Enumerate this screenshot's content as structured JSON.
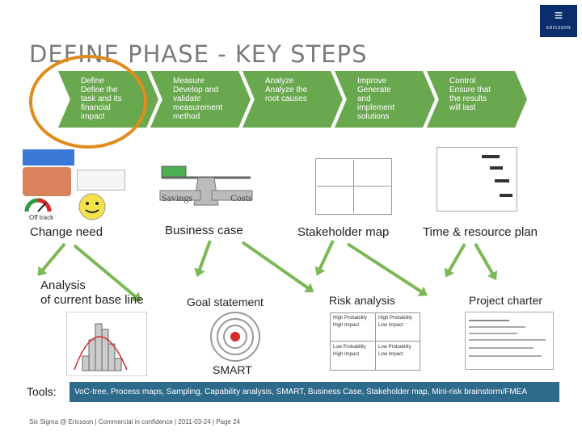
{
  "title": "Define phase - key steps",
  "logo": {
    "word": "ERICSSON"
  },
  "phases": [
    {
      "label": "Define",
      "desc": "Define the\ntask and its\nfinancial\nimpact"
    },
    {
      "label": "Measure",
      "desc": "Develop and\nvalidate\nmeasurement\nmethod"
    },
    {
      "label": "Analyze",
      "desc": "Analyze the\nroot causes"
    },
    {
      "label": "Improve",
      "desc": "Generate\nand\nimplement\nsolutions"
    },
    {
      "label": "Control",
      "desc": "Ensure that\nthe results\nwill last"
    }
  ],
  "steps": {
    "change_need": "Change need",
    "off_track": "Off track",
    "business_case": "Business case",
    "savings": "Savings",
    "costs": "Costs",
    "stakeholder_map": "Stakeholder map",
    "time_resource_plan": "Time & resource plan",
    "analysis_line1": "Analysis",
    "analysis_line2": "of current base line",
    "goal_statement": "Goal statement",
    "smart": "SMART",
    "risk_analysis": "Risk analysis",
    "project_charter": "Project charter"
  },
  "risk_quadrants": [
    {
      "p": "High Probability",
      "i": "High Impact"
    },
    {
      "p": "High Probability",
      "i": "Low Impact"
    },
    {
      "p": "Low Probability",
      "i": "High Impact"
    },
    {
      "p": "Low Probability",
      "i": "Low Impact"
    }
  ],
  "tools": {
    "label": "Tools:",
    "text": "VoC-tree, Process maps, Sampling, Capability analysis, SMART, Business Case, Stakeholder map, Mini-risk brainstorm/FMEA"
  },
  "footer": "Six Sigma @ Ericsson | Commercial in confidence | 2011-03-24 | Page 24",
  "colors": {
    "chevron": "#6aa84f",
    "highlight": "#e08b1d",
    "tools_bar": "#2e6a8c",
    "title": "#7a7a7a"
  }
}
